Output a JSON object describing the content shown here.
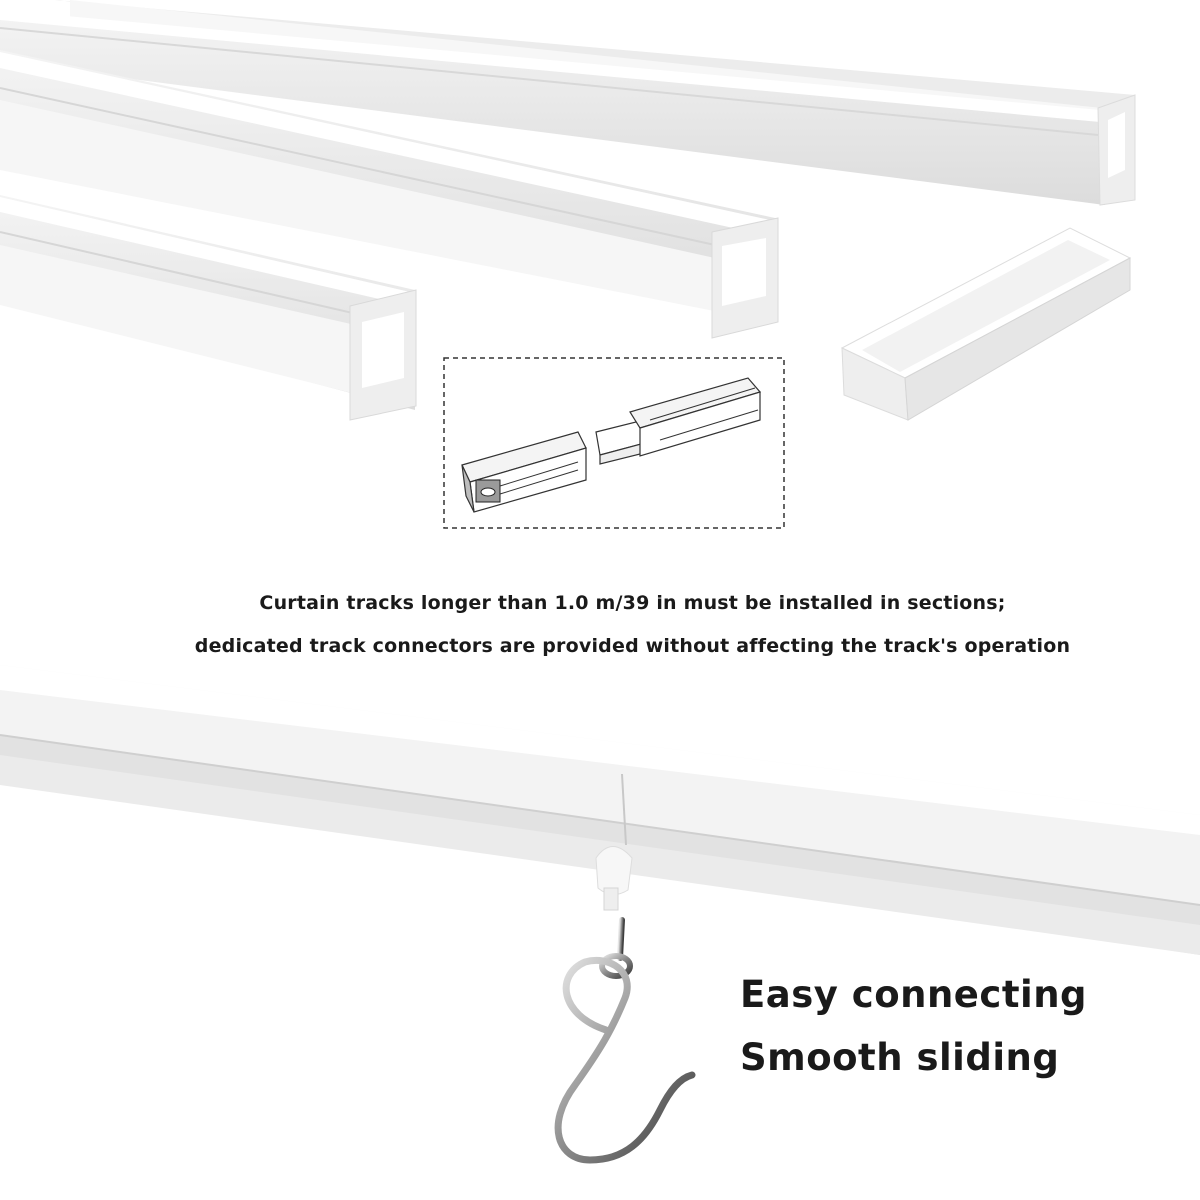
{
  "caption": {
    "line1": "Curtain tracks longer than 1.0 m/39 in must be installed in sections;",
    "line2": "dedicated track connectors are provided without affecting the track's operation"
  },
  "features": {
    "easy_connecting": "Easy connecting",
    "smooth_sliding": "Smooth sliding"
  }
}
